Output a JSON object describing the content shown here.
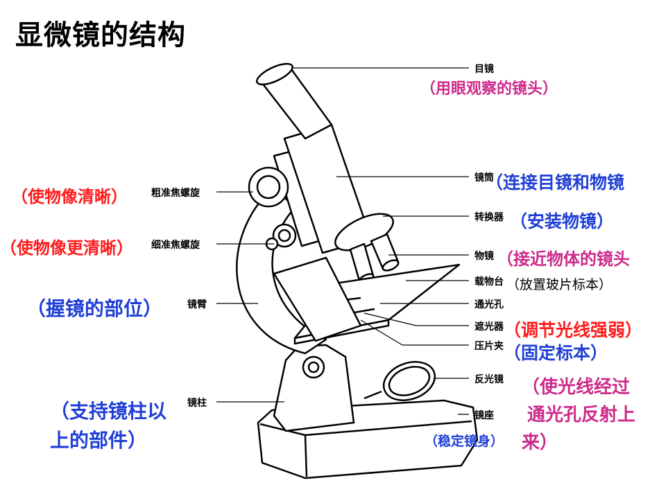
{
  "title": "显微镜的结构",
  "parts": {
    "eyepiece": "目镜",
    "tube": "镜筒",
    "nosepiece": "转换器",
    "objective": "物镜",
    "stage": "载物台",
    "aperture": "通光孔",
    "diaphragm": "遮光器",
    "clip": "压片夹",
    "mirror": "反光镜",
    "base": "镜座",
    "coarse": "粗准焦螺旋",
    "fine": "细准焦螺旋",
    "arm": "镜臂",
    "pillar": "镜柱"
  },
  "notes": {
    "eyepiece": "（用眼观察的镜头）",
    "tube": "（连接目镜和物镜",
    "nosepiece": "（安装物镜）",
    "objective": "（接近物体的镜头",
    "stage": "（放置玻片标本）",
    "diaphragm": "（调节光线强弱）",
    "clip": "（固定标本）",
    "mirror_1": "（使光线经过",
    "mirror_2": "通光孔反射上",
    "mirror_3": "来）",
    "base": "（稳定镜身）",
    "coarse": "（使物像清晰）",
    "fine": "（使物像更清晰）",
    "arm": "（握镜的部位）",
    "pillar_1": "（支持镜柱以",
    "pillar_2": "上的部件）"
  },
  "colors": {
    "red": "#ff1a1a",
    "blue": "#1f3fd6",
    "magenta": "#cc2a8a",
    "ink": "#000000"
  }
}
